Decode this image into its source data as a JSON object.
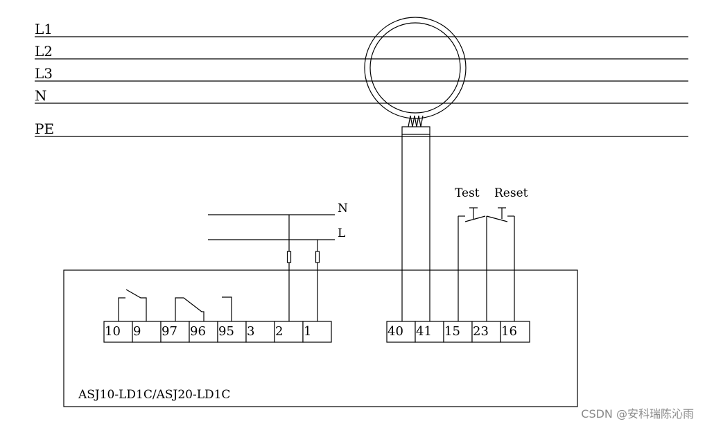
{
  "bus_lines": [
    "L1",
    "L2",
    "L3",
    "N",
    "PE"
  ],
  "supply_lines": [
    "N",
    "L"
  ],
  "buttons": {
    "test": "Test",
    "reset": "Reset"
  },
  "terminals_left": [
    "10",
    "9",
    "97",
    "96",
    "95",
    "3",
    "2",
    "1"
  ],
  "terminals_right": [
    "40",
    "41",
    "15",
    "23",
    "16"
  ],
  "model": "ASJ10-LD1C/ASJ20-LD1C",
  "watermark": "CSDN @安科瑞陈沁雨"
}
